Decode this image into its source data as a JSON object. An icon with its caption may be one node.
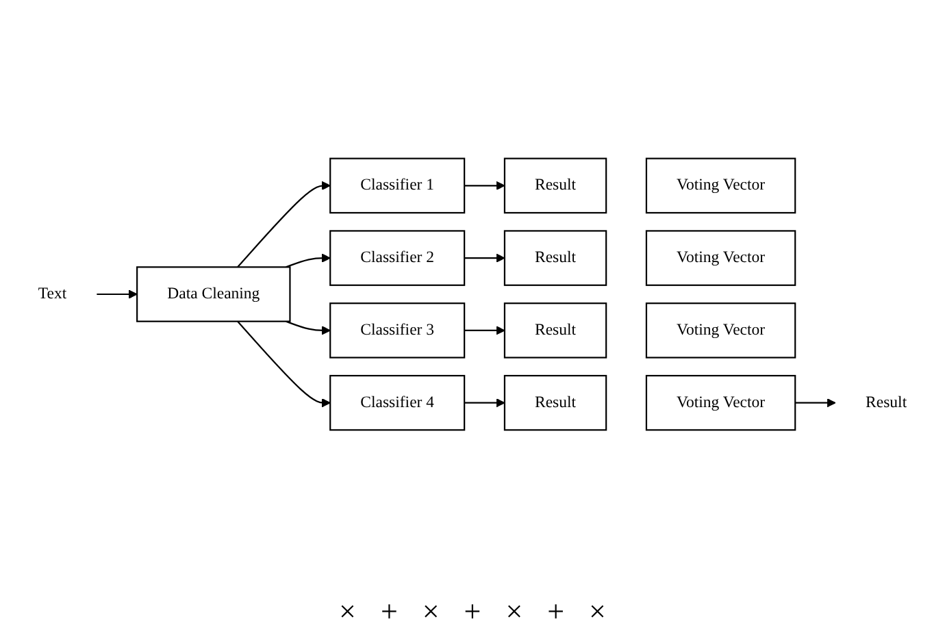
{
  "diagram": {
    "nodes": [
      {
        "text": [
          "Text"
        ]
      },
      {
        "text": [
          "Data Cleaning"
        ]
      },
      {
        "text": [
          "Classifier 1"
        ]
      },
      {
        "text": [
          "Classifier 2"
        ]
      },
      {
        "text": [
          "Classifier 3"
        ]
      },
      {
        "text": [
          "Classifier 4"
        ]
      },
      {
        "text": [
          "Result"
        ]
      },
      {
        "text": [
          "Voting Vector"
        ]
      },
      {
        "text": [
          "Result"
        ]
      },
      {
        "text": [
          "Voting Vector"
        ]
      },
      {
        "text": [
          "Result"
        ]
      },
      {
        "text": [
          "Voting Vector"
        ]
      },
      {
        "text": [
          "Result"
        ]
      },
      {
        "text": [
          "Voting Vector"
        ]
      },
      {
        "text": [
          "Result"
        ]
      }
    ],
    "edges": [
      {
        "from": 0,
        "to": 1,
        "arrow": "to"
      },
      {
        "from": 1,
        "to": 2,
        "arrow": "to"
      },
      {
        "from": 1,
        "to": 3,
        "arrow": "to"
      },
      {
        "from": 1,
        "to": 4,
        "arrow": "to"
      },
      {
        "from": 1,
        "to": 5,
        "arrow": "to"
      },
      {
        "from": 2,
        "to": 6,
        "arrow": "to"
      },
      {
        "from": 3,
        "to": 8,
        "arrow": "to"
      },
      {
        "from": 4,
        "to": 10,
        "arrow": "to"
      },
      {
        "from": 5,
        "to": 12,
        "arrow": "to"
      },
      {
        "from": 13,
        "to": 14,
        "arrow": "to"
      }
    ],
    "labels": [
      "×",
      "+",
      "×",
      "+",
      "×",
      "+",
      "×"
    ]
  }
}
